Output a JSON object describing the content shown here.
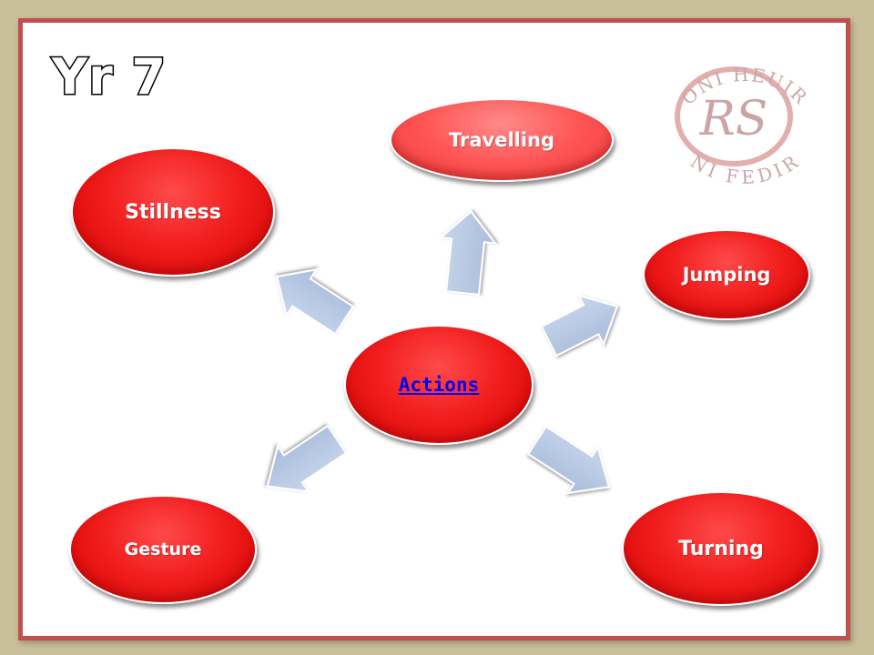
{
  "slide": {
    "title": "Yr 7",
    "crest": {
      "top_text": "ONI HEUIR",
      "bottom_text": "NI FEDIR",
      "monogram": "RS"
    },
    "center_node": {
      "label": "Actions"
    },
    "nodes": [
      {
        "label": "Travelling"
      },
      {
        "label": "Stillness"
      },
      {
        "label": "Jumping"
      },
      {
        "label": "Gesture"
      },
      {
        "label": "Turning"
      }
    ]
  },
  "colors": {
    "frame": "#c0504d",
    "node_fill": "#f21f1f",
    "arrow_fill": "#b9c9e4",
    "background": "#c9bf99"
  }
}
